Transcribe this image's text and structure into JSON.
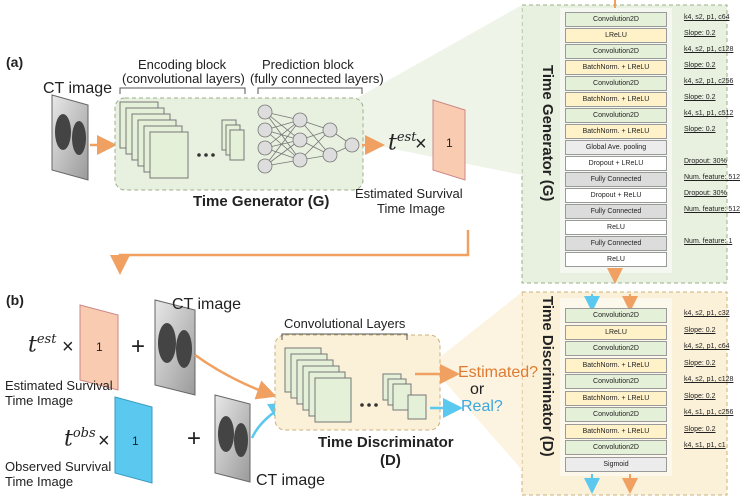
{
  "panel_a": {
    "letter": "(a)",
    "ct_image_label": "CT image",
    "encoding_block_title": "Encoding block",
    "encoding_block_subtitle": "(convolutional layers)",
    "prediction_block_title": "Prediction block",
    "prediction_block_subtitle": "(fully connected layers)",
    "generator_label": "Time Generator (G)",
    "t_est": "t",
    "t_est_sup": "est",
    "times": "×",
    "survival_value": "1",
    "estimated_label_line1": "Estimated Survival",
    "estimated_label_line2": "Time Image"
  },
  "panel_b": {
    "letter": "(b)",
    "t_est": "t",
    "t_est_sup": "est",
    "t_obs": "t",
    "t_obs_sup": "obs",
    "times": "×",
    "plus": "+",
    "survival_value": "1",
    "estimated_label_line1": "Estimated Survival",
    "estimated_label_line2": "Time Image",
    "observed_label_line1": "Observed Survival",
    "observed_label_line2": "Time Image",
    "ct_image_top": "CT image",
    "ct_image_bottom": "CT image",
    "conv_layers_label": "Convolutional Layers",
    "estimated_q": "Estimated?",
    "or": "or",
    "real_q": "Real?",
    "discriminator_line1": "Time Discriminator",
    "discriminator_line2": "(D)"
  },
  "generator_arch": {
    "side_title": "Time Generator (G)",
    "rows": [
      {
        "layer": "Convolution2D",
        "param": "k4, s2, p1, c64"
      },
      {
        "layer": "LReLU",
        "param": "Slope: 0.2"
      },
      {
        "layer": "Convolution2D",
        "param": "k4, s2, p1, c128"
      },
      {
        "layer": "BatchNorm. + LReLU",
        "param": "Slope: 0.2"
      },
      {
        "layer": "Convolution2D",
        "param": "k4, s2, p1, c256"
      },
      {
        "layer": "BatchNorm. + LReLU",
        "param": "Slope: 0.2"
      },
      {
        "layer": "Convolution2D",
        "param": "k4, s1, p1, c512"
      },
      {
        "layer": "BatchNorm. + LReLU",
        "param": "Slope: 0.2"
      },
      {
        "layer": "Global Ave. pooling",
        "param": ""
      },
      {
        "layer": "Dropout + LReLU",
        "param": "Dropout: 30%"
      },
      {
        "layer": "Fully Connected",
        "param": "Num. feature: 512"
      },
      {
        "layer": "Dropout + ReLU",
        "param": "Dropout: 30%"
      },
      {
        "layer": "Fully Connected",
        "param": "Num. feature: 512"
      },
      {
        "layer": "ReLU",
        "param": ""
      },
      {
        "layer": "Fully Connected",
        "param": "Num. feature: 1"
      },
      {
        "layer": "ReLU",
        "param": ""
      }
    ]
  },
  "discriminator_arch": {
    "side_title": "Time Discriminator (D)",
    "rows": [
      {
        "layer": "Convolution2D",
        "param": "k4, s2, p1, c32"
      },
      {
        "layer": "LReLU",
        "param": "Slope: 0.2"
      },
      {
        "layer": "Convolution2D",
        "param": "k4, s2, p1, c64"
      },
      {
        "layer": "BatchNorm. + LReLU",
        "param": "Slope: 0.2"
      },
      {
        "layer": "Convolution2D",
        "param": "k4, s2, p1, c128"
      },
      {
        "layer": "BatchNorm. + LReLU",
        "param": "Slope: 0.2"
      },
      {
        "layer": "Convolution2D",
        "param": "k4, s1, p1, c256"
      },
      {
        "layer": "BatchNorm. + LReLU",
        "param": "Slope: 0.2"
      },
      {
        "layer": "Convolution2D",
        "param": "k4, s1, p1, c1"
      },
      {
        "layer": "Sigmoid",
        "param": ""
      }
    ]
  },
  "colors": {
    "orange": "#f0a060",
    "blue": "#5bc8f0",
    "salmon": "#f9cbb0",
    "green_fill": "#e4f0d8",
    "yellow_fill": "#fff2c8",
    "green_panel": "#e8f0e0",
    "tan_panel": "#fbf0d8"
  }
}
